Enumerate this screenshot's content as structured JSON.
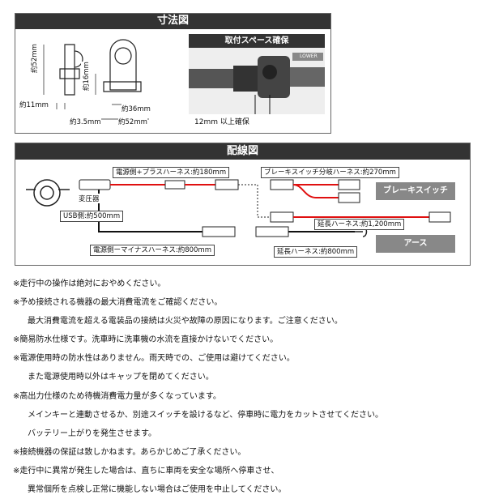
{
  "dimensions": {
    "title": "寸法図",
    "space_title": "取付スペース確保",
    "dim_52_v": "約52mm",
    "dim_16_v": "約16mm",
    "dim_11": "約11mm",
    "dim_36": "約36mm",
    "dim_35": "約3.5mm",
    "dim_52_h": "約52mm",
    "clearance": "12mm 以上確保",
    "lower_text": "LOWER"
  },
  "wiring": {
    "title": "配線図",
    "plus_harness": "電源側+プラスハーネス:約180mm",
    "brake_branch": "ブレーキスイッチ分岐ハーネス:約270mm",
    "brake_switch": "ブレーキスイッチ",
    "transformer": "変圧器",
    "usb": "USB側:約500mm",
    "ext_1200": "延長ハーネス:約1,200mm",
    "minus_harness": "電源側ーマイナスハーネス:約800mm",
    "earth": "アース",
    "ext_800": "延長ハーネス:約800mm"
  },
  "notes": [
    {
      "text": "※走行中の操作は絶対におやめください。",
      "indent": false
    },
    {
      "text": "※予め接続される機器の最大消費電流をご確認ください。",
      "indent": false
    },
    {
      "text": "最大消費電流を超える電装品の接続は火災や故障の原因になります。ご注意ください。",
      "indent": true
    },
    {
      "text": "※簡易防水仕様です。洗車時に洗車機の水流を直接かけないでください。",
      "indent": false
    },
    {
      "text": "※電源使用時の防水性はありません。雨天時での、ご使用は避けてください。",
      "indent": false
    },
    {
      "text": "また電源使用時以外はキャップを閉めてください。",
      "indent": true
    },
    {
      "text": "※高出力仕様のため待機消費電力量が多くなっています。",
      "indent": false
    },
    {
      "text": "メインキーと連動させるか、別途スイッチを設けるなど、停車時に電力をカットさせてください。",
      "indent": true
    },
    {
      "text": "バッテリー上がりを発生させます。",
      "indent": true
    },
    {
      "text": "※接続機器の保証は致しかねます。あらかじめご了承ください。",
      "indent": false
    },
    {
      "text": "※走行中に異常が発生した場合は、直ちに車両を安全な場所へ停車させ、",
      "indent": false
    },
    {
      "text": "異常個所を点検し正常に機能しない場合はご使用を中止してください。",
      "indent": true
    }
  ]
}
